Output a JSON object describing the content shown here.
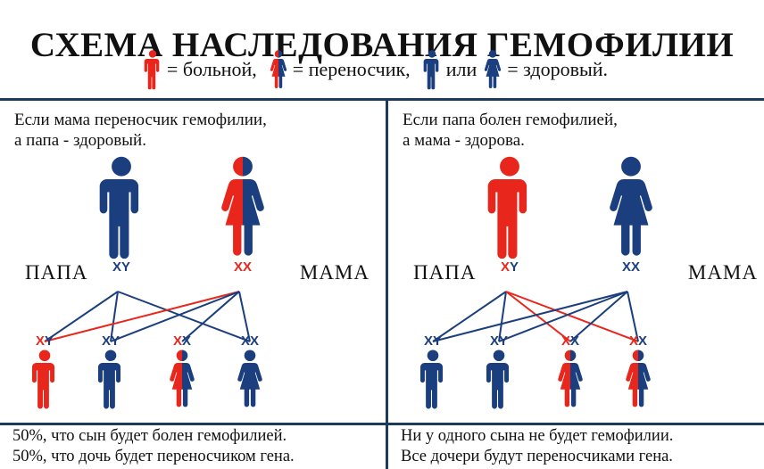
{
  "title": "СХЕМА НАСЛЕДОВАНИЯ ГЕМОФИЛИИ",
  "colors": {
    "affected_red": "#e8261c",
    "healthy_blue": "#1b3f7e",
    "rule": "#1b3a5c",
    "text": "#111111",
    "background": "#ffffff"
  },
  "legend": {
    "items": [
      {
        "icon": "male-figure-red",
        "gender": "male",
        "fill": "red",
        "label": "= больной,"
      },
      {
        "icon": "female-figure-carrier",
        "gender": "female",
        "fill": "half",
        "label": "= переносчик,"
      },
      {
        "icon": "male-figure-blue",
        "gender": "male",
        "fill": "blue",
        "label": "или"
      },
      {
        "icon": "female-figure-blue",
        "gender": "female",
        "fill": "blue",
        "label": "= здоровый."
      }
    ]
  },
  "panels": [
    {
      "id": "left",
      "heading": "Если мама переносчик гемофилии,\nа папа - здоровый.",
      "parents": {
        "father": {
          "label": "ПАПА",
          "gender": "male",
          "fill": "blue",
          "genotype": [
            {
              "text": "X",
              "color": "blue"
            },
            {
              "text": "Y",
              "color": "blue"
            }
          ]
        },
        "mother": {
          "label": "МАМА",
          "gender": "female",
          "fill": "half",
          "genotype": [
            {
              "text": "X",
              "color": "red"
            },
            {
              "text": "X",
              "color": "red"
            }
          ]
        }
      },
      "children": [
        {
          "gender": "male",
          "fill": "red",
          "genotype": [
            {
              "text": "X",
              "color": "red"
            },
            {
              "text": "Y",
              "color": "blue"
            }
          ]
        },
        {
          "gender": "male",
          "fill": "blue",
          "genotype": [
            {
              "text": "X",
              "color": "blue"
            },
            {
              "text": "Y",
              "color": "blue"
            }
          ]
        },
        {
          "gender": "female",
          "fill": "half",
          "genotype": [
            {
              "text": "X",
              "color": "red"
            },
            {
              "text": "X",
              "color": "blue"
            }
          ]
        },
        {
          "gender": "female",
          "fill": "blue",
          "genotype": [
            {
              "text": "X",
              "color": "blue"
            },
            {
              "text": "X",
              "color": "blue"
            }
          ]
        }
      ],
      "lines": [
        {
          "from": "father",
          "to": 0,
          "color": "blue"
        },
        {
          "from": "father",
          "to": 1,
          "color": "blue"
        },
        {
          "from": "father",
          "to": 3,
          "color": "blue"
        },
        {
          "from": "mother",
          "to": 0,
          "color": "red"
        },
        {
          "from": "mother",
          "to": 1,
          "color": "blue"
        },
        {
          "from": "mother",
          "to": 2,
          "color": "blue"
        },
        {
          "from": "mother",
          "to": 3,
          "color": "blue"
        }
      ],
      "conclusion": "50%, что сын будет болен гемофилией.\n50%, что дочь будет переносчиком гена."
    },
    {
      "id": "right",
      "heading": "Если папа болен гемофилией,\nа мама - здорова.",
      "parents": {
        "father": {
          "label": "ПАПА",
          "gender": "male",
          "fill": "red",
          "genotype": [
            {
              "text": "X",
              "color": "red"
            },
            {
              "text": "Y",
              "color": "blue"
            }
          ]
        },
        "mother": {
          "label": "МАМА",
          "gender": "female",
          "fill": "blue",
          "genotype": [
            {
              "text": "X",
              "color": "blue"
            },
            {
              "text": "X",
              "color": "blue"
            }
          ]
        }
      },
      "children": [
        {
          "gender": "male",
          "fill": "blue",
          "genotype": [
            {
              "text": "X",
              "color": "blue"
            },
            {
              "text": "Y",
              "color": "blue"
            }
          ]
        },
        {
          "gender": "male",
          "fill": "blue",
          "genotype": [
            {
              "text": "X",
              "color": "blue"
            },
            {
              "text": "Y",
              "color": "blue"
            }
          ]
        },
        {
          "gender": "female",
          "fill": "half",
          "genotype": [
            {
              "text": "X",
              "color": "red"
            },
            {
              "text": "X",
              "color": "blue"
            }
          ]
        },
        {
          "gender": "female",
          "fill": "half",
          "genotype": [
            {
              "text": "X",
              "color": "red"
            },
            {
              "text": "X",
              "color": "blue"
            }
          ]
        }
      ],
      "lines": [
        {
          "from": "father",
          "to": 0,
          "color": "blue"
        },
        {
          "from": "father",
          "to": 1,
          "color": "blue"
        },
        {
          "from": "father",
          "to": 2,
          "color": "red"
        },
        {
          "from": "father",
          "to": 3,
          "color": "red"
        },
        {
          "from": "mother",
          "to": 0,
          "color": "blue"
        },
        {
          "from": "mother",
          "to": 1,
          "color": "blue"
        },
        {
          "from": "mother",
          "to": 2,
          "color": "blue"
        },
        {
          "from": "mother",
          "to": 3,
          "color": "blue"
        }
      ],
      "conclusion": "Ни у одного сына не будет гемофилии.\nВсе дочери будут переносчиками гена."
    }
  ]
}
